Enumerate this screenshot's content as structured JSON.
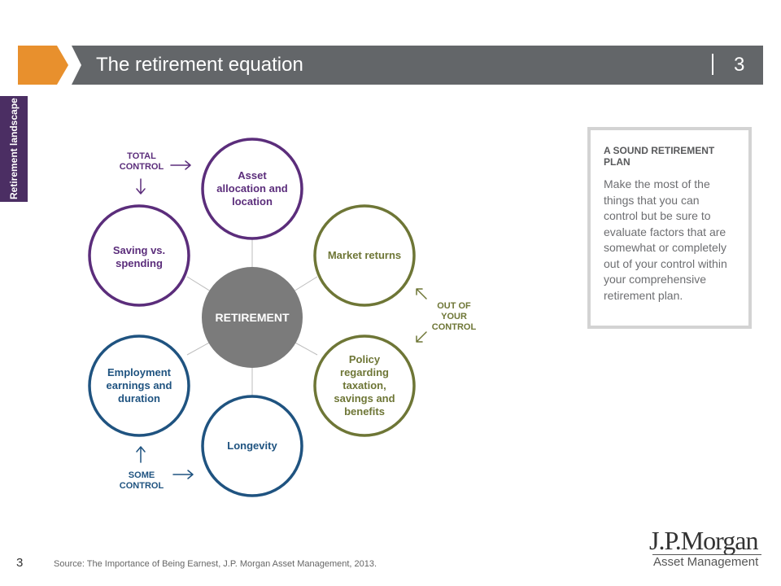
{
  "header": {
    "title": "The retirement equation",
    "page_number": "3",
    "accent_color": "#e8902d",
    "bar_color": "#636669"
  },
  "side_tab": {
    "label": "Retirement landscape",
    "color": "#4b2e63"
  },
  "diagram": {
    "center": {
      "label": "RETIREMENT",
      "color": "#7b7b7b"
    },
    "nodes": [
      {
        "id": "asset",
        "label": "Asset allocation and location",
        "group": "total"
      },
      {
        "id": "market",
        "label": "Market returns",
        "group": "out"
      },
      {
        "id": "policy",
        "label": "Policy regarding taxation, savings and benefits",
        "group": "out"
      },
      {
        "id": "longevity",
        "label": "Longevity",
        "group": "some"
      },
      {
        "id": "employment",
        "label": "Employment earnings and duration",
        "group": "some"
      },
      {
        "id": "saving",
        "label": "Saving vs. spending",
        "group": "total"
      }
    ],
    "control_labels": {
      "total": "TOTAL CONTROL",
      "out": "OUT OF YOUR CONTROL",
      "some": "SOME CONTROL"
    },
    "colors": {
      "total": "#5b2d7b",
      "out": "#6e7636",
      "some": "#1f5380",
      "connector": "#bdbdbd"
    }
  },
  "plan_box": {
    "heading": "A SOUND RETIREMENT PLAN",
    "body": "Make the most of the things that you can control but be sure to evaluate factors that are somewhat or completely out of your control within your comprehensive retirement plan."
  },
  "footer": {
    "page_number": "3",
    "source": "Source: The Importance of Being Earnest, J.P. Morgan Asset Management, 2013."
  },
  "logo": {
    "name": "J.P.Morgan",
    "sub": "Asset Management"
  }
}
